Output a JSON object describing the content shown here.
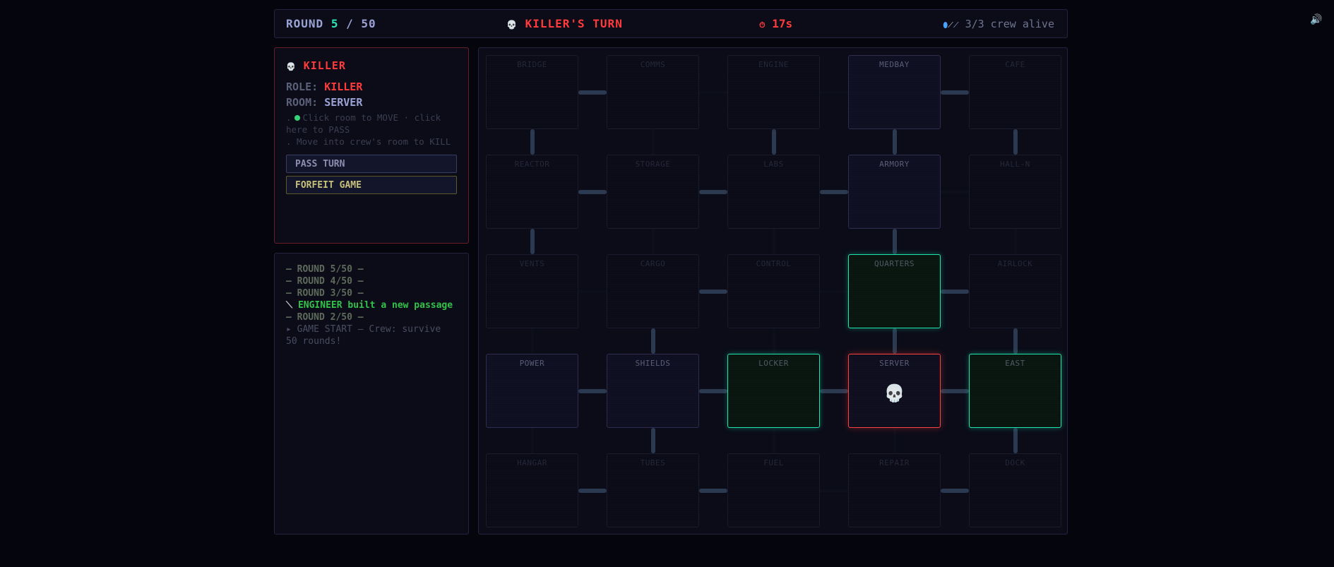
{
  "header": {
    "round_label": "ROUND",
    "round_current": "5",
    "round_sep": "/",
    "round_total": "50",
    "turn_icon": "skull-icon",
    "turn_text": "KILLER'S TURN",
    "timer_icon": "stopwatch-icon",
    "timer_text": "17s",
    "crew_icons": [
      "shield-icon",
      "wrench-icon",
      "syringe-icon"
    ],
    "crew_text": "3/3 crew alive"
  },
  "sound_icon": "speaker-icon",
  "role_panel": {
    "title": "KILLER",
    "role_label": "ROLE:",
    "role_value": "KILLER",
    "room_label": "ROOM:",
    "room_value": "SERVER",
    "hint1_prefix": ".",
    "hint1": "Click room to MOVE · click here to PASS",
    "hint2": ". Move into crew's room to KILL",
    "pass_button": "PASS TURN",
    "forfeit_button": "FORFEIT GAME"
  },
  "log": [
    {
      "type": "round",
      "text": "— ROUND 5/50 —"
    },
    {
      "type": "round",
      "text": "— ROUND 4/50 —"
    },
    {
      "type": "round",
      "text": "— ROUND 3/50 —"
    },
    {
      "type": "eng",
      "text": "ENGINEER built a new passage"
    },
    {
      "type": "round",
      "text": "— ROUND 2/50 —"
    },
    {
      "type": "start",
      "text": "▸ GAME START — Crew: survive 50 rounds!"
    }
  ],
  "colors": {
    "killer": "#ff3b3b",
    "move": "#1de5b0",
    "accent": "#2ee6b8"
  },
  "rooms": [
    [
      "BRIDGE",
      "COMMS",
      "ENGINE",
      "MEDBAY",
      "CAFE"
    ],
    [
      "REACTOR",
      "STORAGE",
      "LABS",
      "ARMORY",
      "HALL-N"
    ],
    [
      "VENTS",
      "CARGO",
      "CONTROL",
      "QUARTERS",
      "AIRLOCK"
    ],
    [
      "POWER",
      "SHIELDS",
      "LOCKER",
      "SERVER",
      "EAST"
    ],
    [
      "HANGAR",
      "TUBES",
      "FUEL",
      "REPAIR",
      "DOCK"
    ]
  ],
  "room_states": {
    "MEDBAY": "near",
    "ARMORY": "near",
    "POWER": "near",
    "SHIELDS": "near",
    "QUARTERS": "move",
    "LOCKER": "move",
    "EAST": "move",
    "SERVER": "current"
  },
  "killer_room": "SERVER",
  "killer_token": "💀",
  "passages": [
    [
      "BRIDGE",
      "COMMS"
    ],
    [
      "MEDBAY",
      "CAFE"
    ],
    [
      "BRIDGE",
      "REACTOR"
    ],
    [
      "ENGINE",
      "LABS"
    ],
    [
      "MEDBAY",
      "ARMORY"
    ],
    [
      "CAFE",
      "HALL-N"
    ],
    [
      "REACTOR",
      "STORAGE"
    ],
    [
      "STORAGE",
      "LABS"
    ],
    [
      "LABS",
      "ARMORY"
    ],
    [
      "REACTOR",
      "VENTS"
    ],
    [
      "ARMORY",
      "QUARTERS"
    ],
    [
      "CARGO",
      "CONTROL"
    ],
    [
      "QUARTERS",
      "AIRLOCK"
    ],
    [
      "CARGO",
      "SHIELDS"
    ],
    [
      "QUARTERS",
      "SERVER"
    ],
    [
      "AIRLOCK",
      "EAST"
    ],
    [
      "POWER",
      "SHIELDS"
    ],
    [
      "SHIELDS",
      "LOCKER"
    ],
    [
      "LOCKER",
      "SERVER"
    ],
    [
      "SERVER",
      "EAST"
    ],
    [
      "SHIELDS",
      "TUBES"
    ],
    [
      "EAST",
      "DOCK"
    ],
    [
      "HANGAR",
      "TUBES"
    ],
    [
      "TUBES",
      "FUEL"
    ],
    [
      "REPAIR",
      "DOCK"
    ]
  ]
}
